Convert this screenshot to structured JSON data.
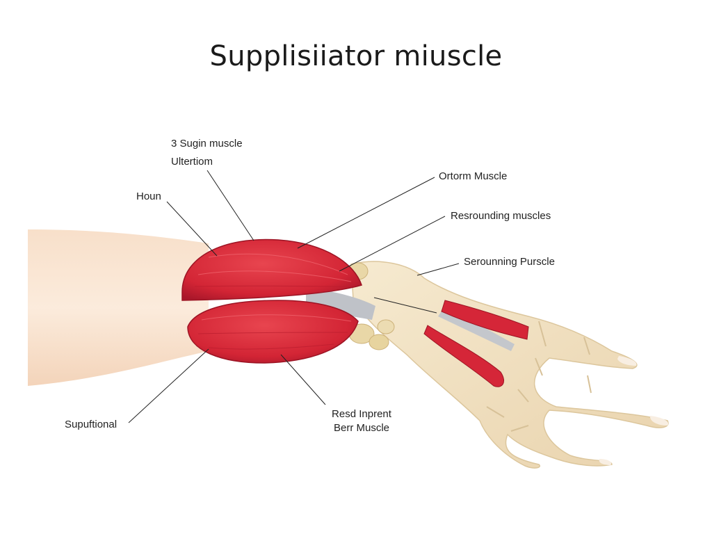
{
  "title": "Supplisiiator miuscle",
  "labels": {
    "sugin": "3 Sugin muscle",
    "ultertiom": "Ultertiom",
    "houn": "Houn",
    "ortorm": "Ortorm Muscle",
    "resrounding": "Resrounding muscles",
    "serounning": "Serounning Purscle",
    "supuftional": "Supuftional",
    "resd_line1": "Resd Inprent",
    "resd_line2": "Berr Muscle"
  },
  "colors": {
    "muscle": "#d8283a",
    "muscle_dark": "#a81c2a",
    "skin": "#f4d6bd",
    "bone": "#efe3c4",
    "tendon": "#b9bcc2",
    "line": "#222222"
  }
}
